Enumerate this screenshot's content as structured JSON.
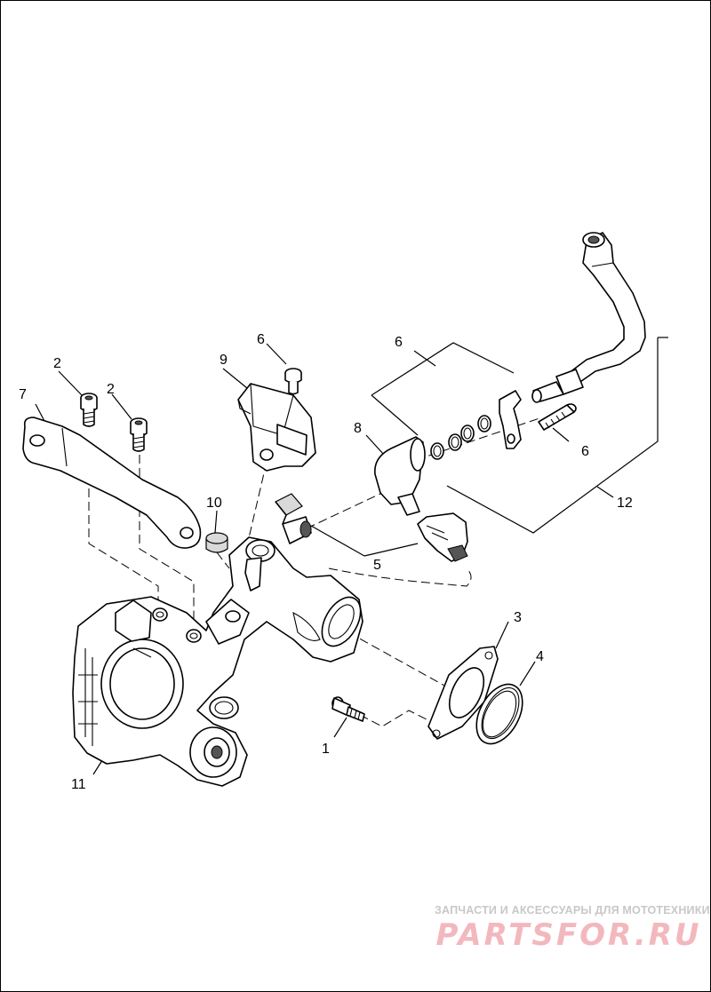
{
  "callouts": {
    "c1": "1",
    "c2a": "2",
    "c2b": "2",
    "c3": "3",
    "c4": "4",
    "c5": "5",
    "c6a": "6",
    "c6b": "6",
    "c6c": "6",
    "c7": "7",
    "c8": "8",
    "c9": "9",
    "c10": "10",
    "c11": "11",
    "c12": "12"
  },
  "watermark": {
    "tagline": "ЗАПЧАСТИ И АКСЕССУАРЫ ДЛЯ МОТОТЕХНИКИ",
    "logo": "PARTSFOR.RU"
  },
  "colors": {
    "line": "#000000",
    "background": "#ffffff",
    "watermark_text": "#c8c8c8",
    "watermark_logo": "#f2b8bd"
  }
}
